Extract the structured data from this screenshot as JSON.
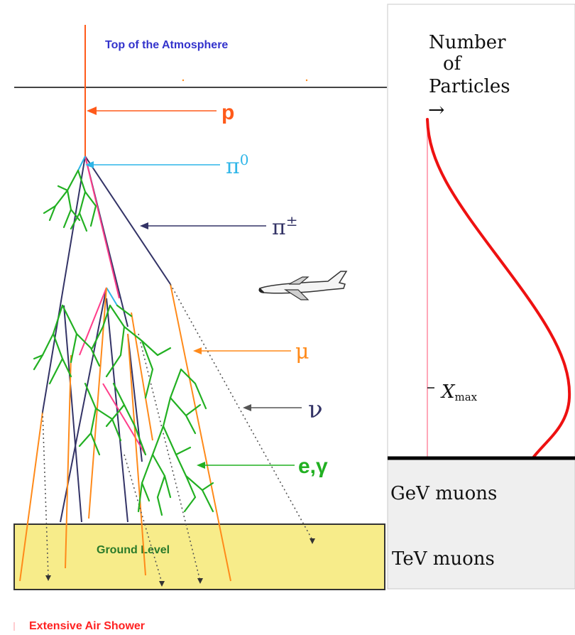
{
  "labels": {
    "top_atmosphere": "Top of the Atmosphere",
    "ground_level": "Ground Level",
    "caption": "Extensive Air Shower",
    "proton": "p",
    "pi_zero": "π",
    "pi_zero_sup": "0",
    "pi_charged": "π",
    "pi_charged_sup": "±",
    "muon": "μ",
    "neutrino": "ν",
    "electron_gamma": "e,γ"
  },
  "profile_panel": {
    "axis_label_line1": "Number",
    "axis_label_line2": "of",
    "axis_label_line3": "Particles",
    "axis_arrow": "→",
    "xmax_symbol": "X",
    "xmax_subscript": "max",
    "gev_muons": "GeV muons",
    "tev_muons": "TeV muons"
  },
  "icons": {
    "airplane": "airplane-icon"
  },
  "colors": {
    "top_label": "#3333cc",
    "ground_fill": "#f7ec8a",
    "proton": "#ff5a1a",
    "pi_zero": "#2fb6e8",
    "pi_charged": "#333366",
    "muon": "#ff8a1a",
    "neutrino": "#555555",
    "electron_gamma": "#22b022",
    "caption": "#ff2222",
    "profile_curve": "#ee1111",
    "panel_bottom": "#efefef"
  }
}
